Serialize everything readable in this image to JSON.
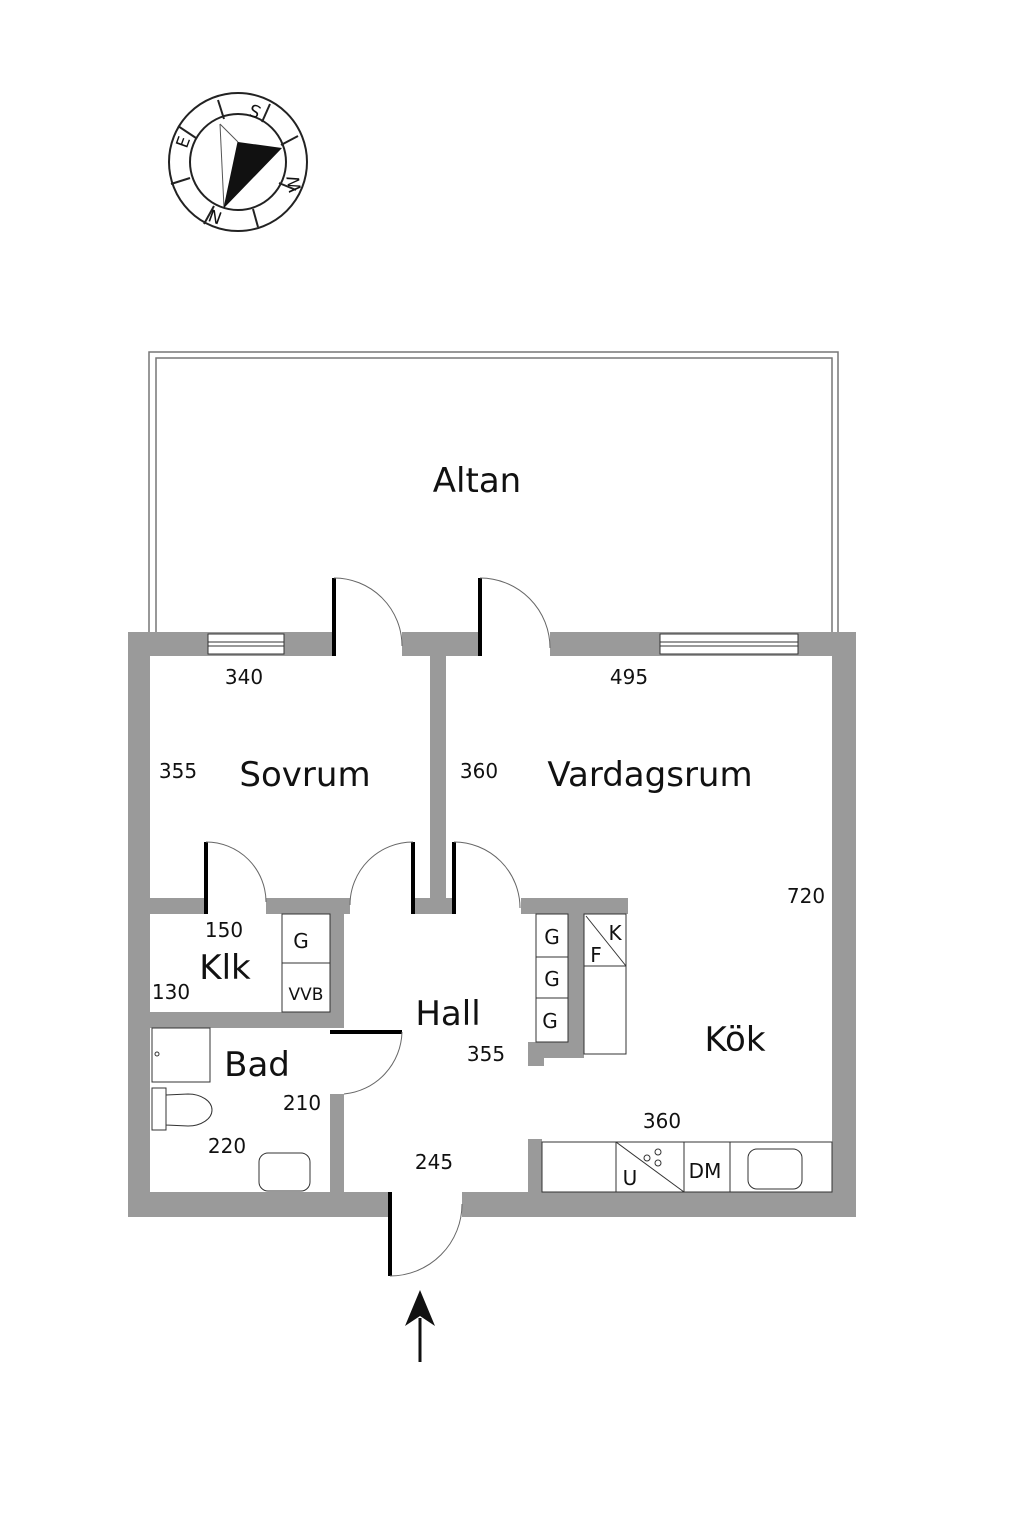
{
  "colors": {
    "wall": "#9a9a9a",
    "door": "#000000",
    "line": "#333333",
    "background": "#ffffff"
  },
  "compass": {
    "north": "N",
    "south": "S",
    "east": "E",
    "west": "W"
  },
  "rooms": {
    "altan": "Altan",
    "sovrum": "Sovrum",
    "vardagsrum": "Vardagsrum",
    "klk": "Klk",
    "hall": "Hall",
    "bad": "Bad",
    "kok": "Kök"
  },
  "dimensions": {
    "sovrum_width": "340",
    "sovrum_depth": "355",
    "vardagsrum_width": "495",
    "vardagsrum_depth": "360",
    "kok_depth": "720",
    "klk_width": "150",
    "klk_depth": "130",
    "hall_width": "355",
    "bad_depth": "210",
    "bad_width": "220",
    "entry_width": "245",
    "kok_width": "360"
  },
  "fixtures": {
    "g_klk": "G",
    "vvb": "VVB",
    "g_kok_1": "G",
    "g_kok_2": "G",
    "g_kok_3": "G",
    "fridge": "F",
    "freezer": "K",
    "oven": "U",
    "dishwasher": "DM"
  },
  "icons": {
    "compass": "compass-rose-icon",
    "entrance": "entrance-arrow-icon"
  }
}
